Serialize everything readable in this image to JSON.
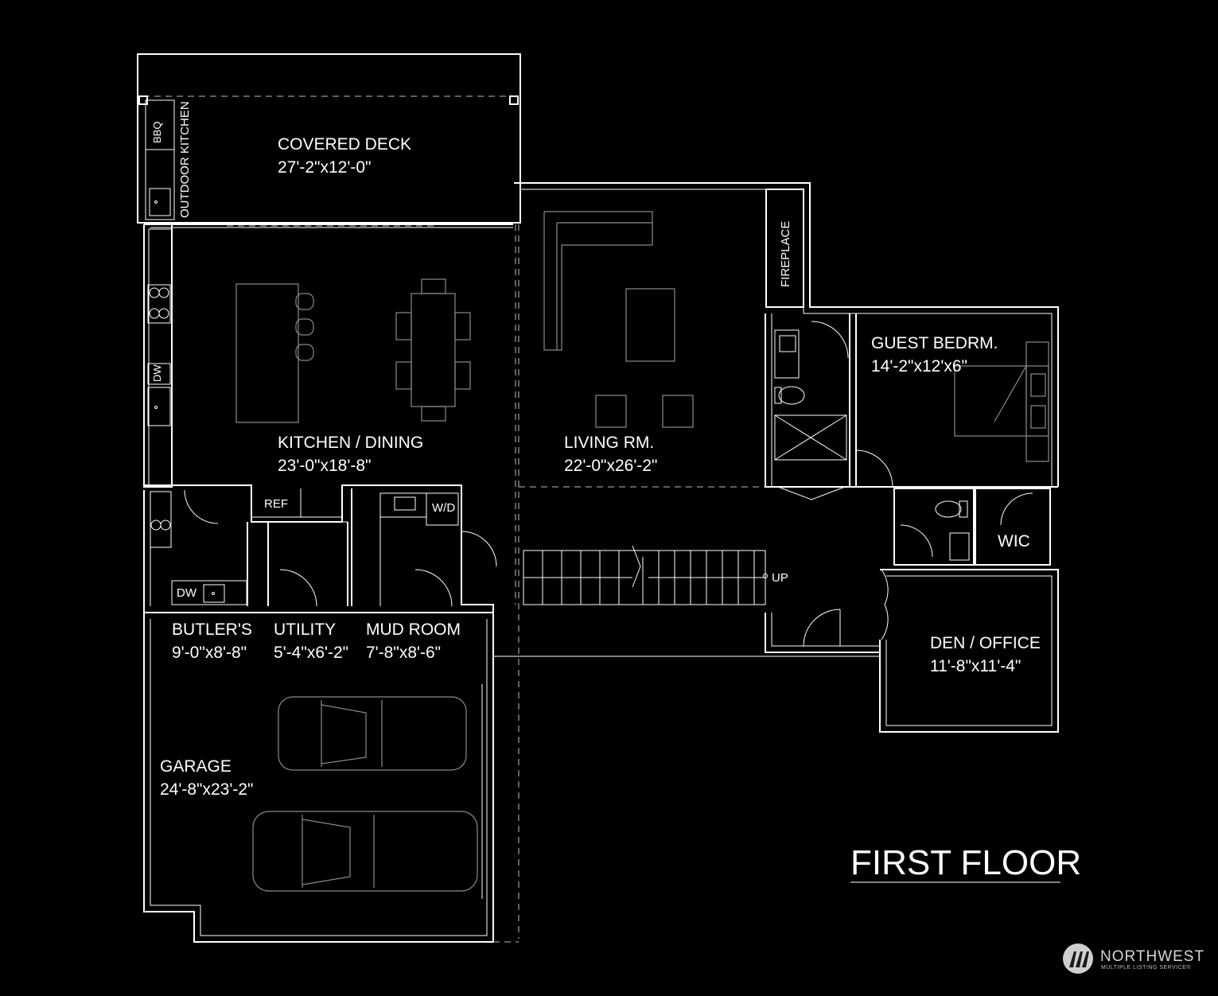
{
  "title": "FIRST FLOOR",
  "rooms": {
    "covered_deck": {
      "name": "COVERED DECK",
      "size": "27'-2\"x12'-0\""
    },
    "kitchen_dining": {
      "name": "KITCHEN / DINING",
      "size": "23'-0\"x18'-8\""
    },
    "living": {
      "name": "LIVING RM.",
      "size": "22'-0\"x26'-2\""
    },
    "guest": {
      "name": "GUEST BEDRM.",
      "size": "14'-2\"x12'x6\""
    },
    "butlers": {
      "name": "BUTLER'S",
      "size": "9'-0\"x8'-8\""
    },
    "utility": {
      "name": "UTILITY",
      "size": "5'-4\"x6'-2\""
    },
    "mud": {
      "name": "MUD ROOM",
      "size": "7'-8\"x8'-6\""
    },
    "den": {
      "name": "DEN / OFFICE",
      "size": "11'-8\"x11'-4\""
    },
    "garage": {
      "name": "GARAGE",
      "size": "24'-8\"x23'-2\""
    }
  },
  "fixtures": {
    "bbq": "BBQ",
    "outdoor_kitchen": "OUTDOOR KITCHEN",
    "fireplace": "FIREPLACE",
    "ref": "REF",
    "wd": "W/D",
    "dw_kitchen": "DW",
    "dw_butler": "DW",
    "wic": "WIC",
    "up": "UP"
  },
  "logo": {
    "name": "NORTHWEST",
    "tagline": "MULTIPLE LISTING SERVICE®"
  }
}
